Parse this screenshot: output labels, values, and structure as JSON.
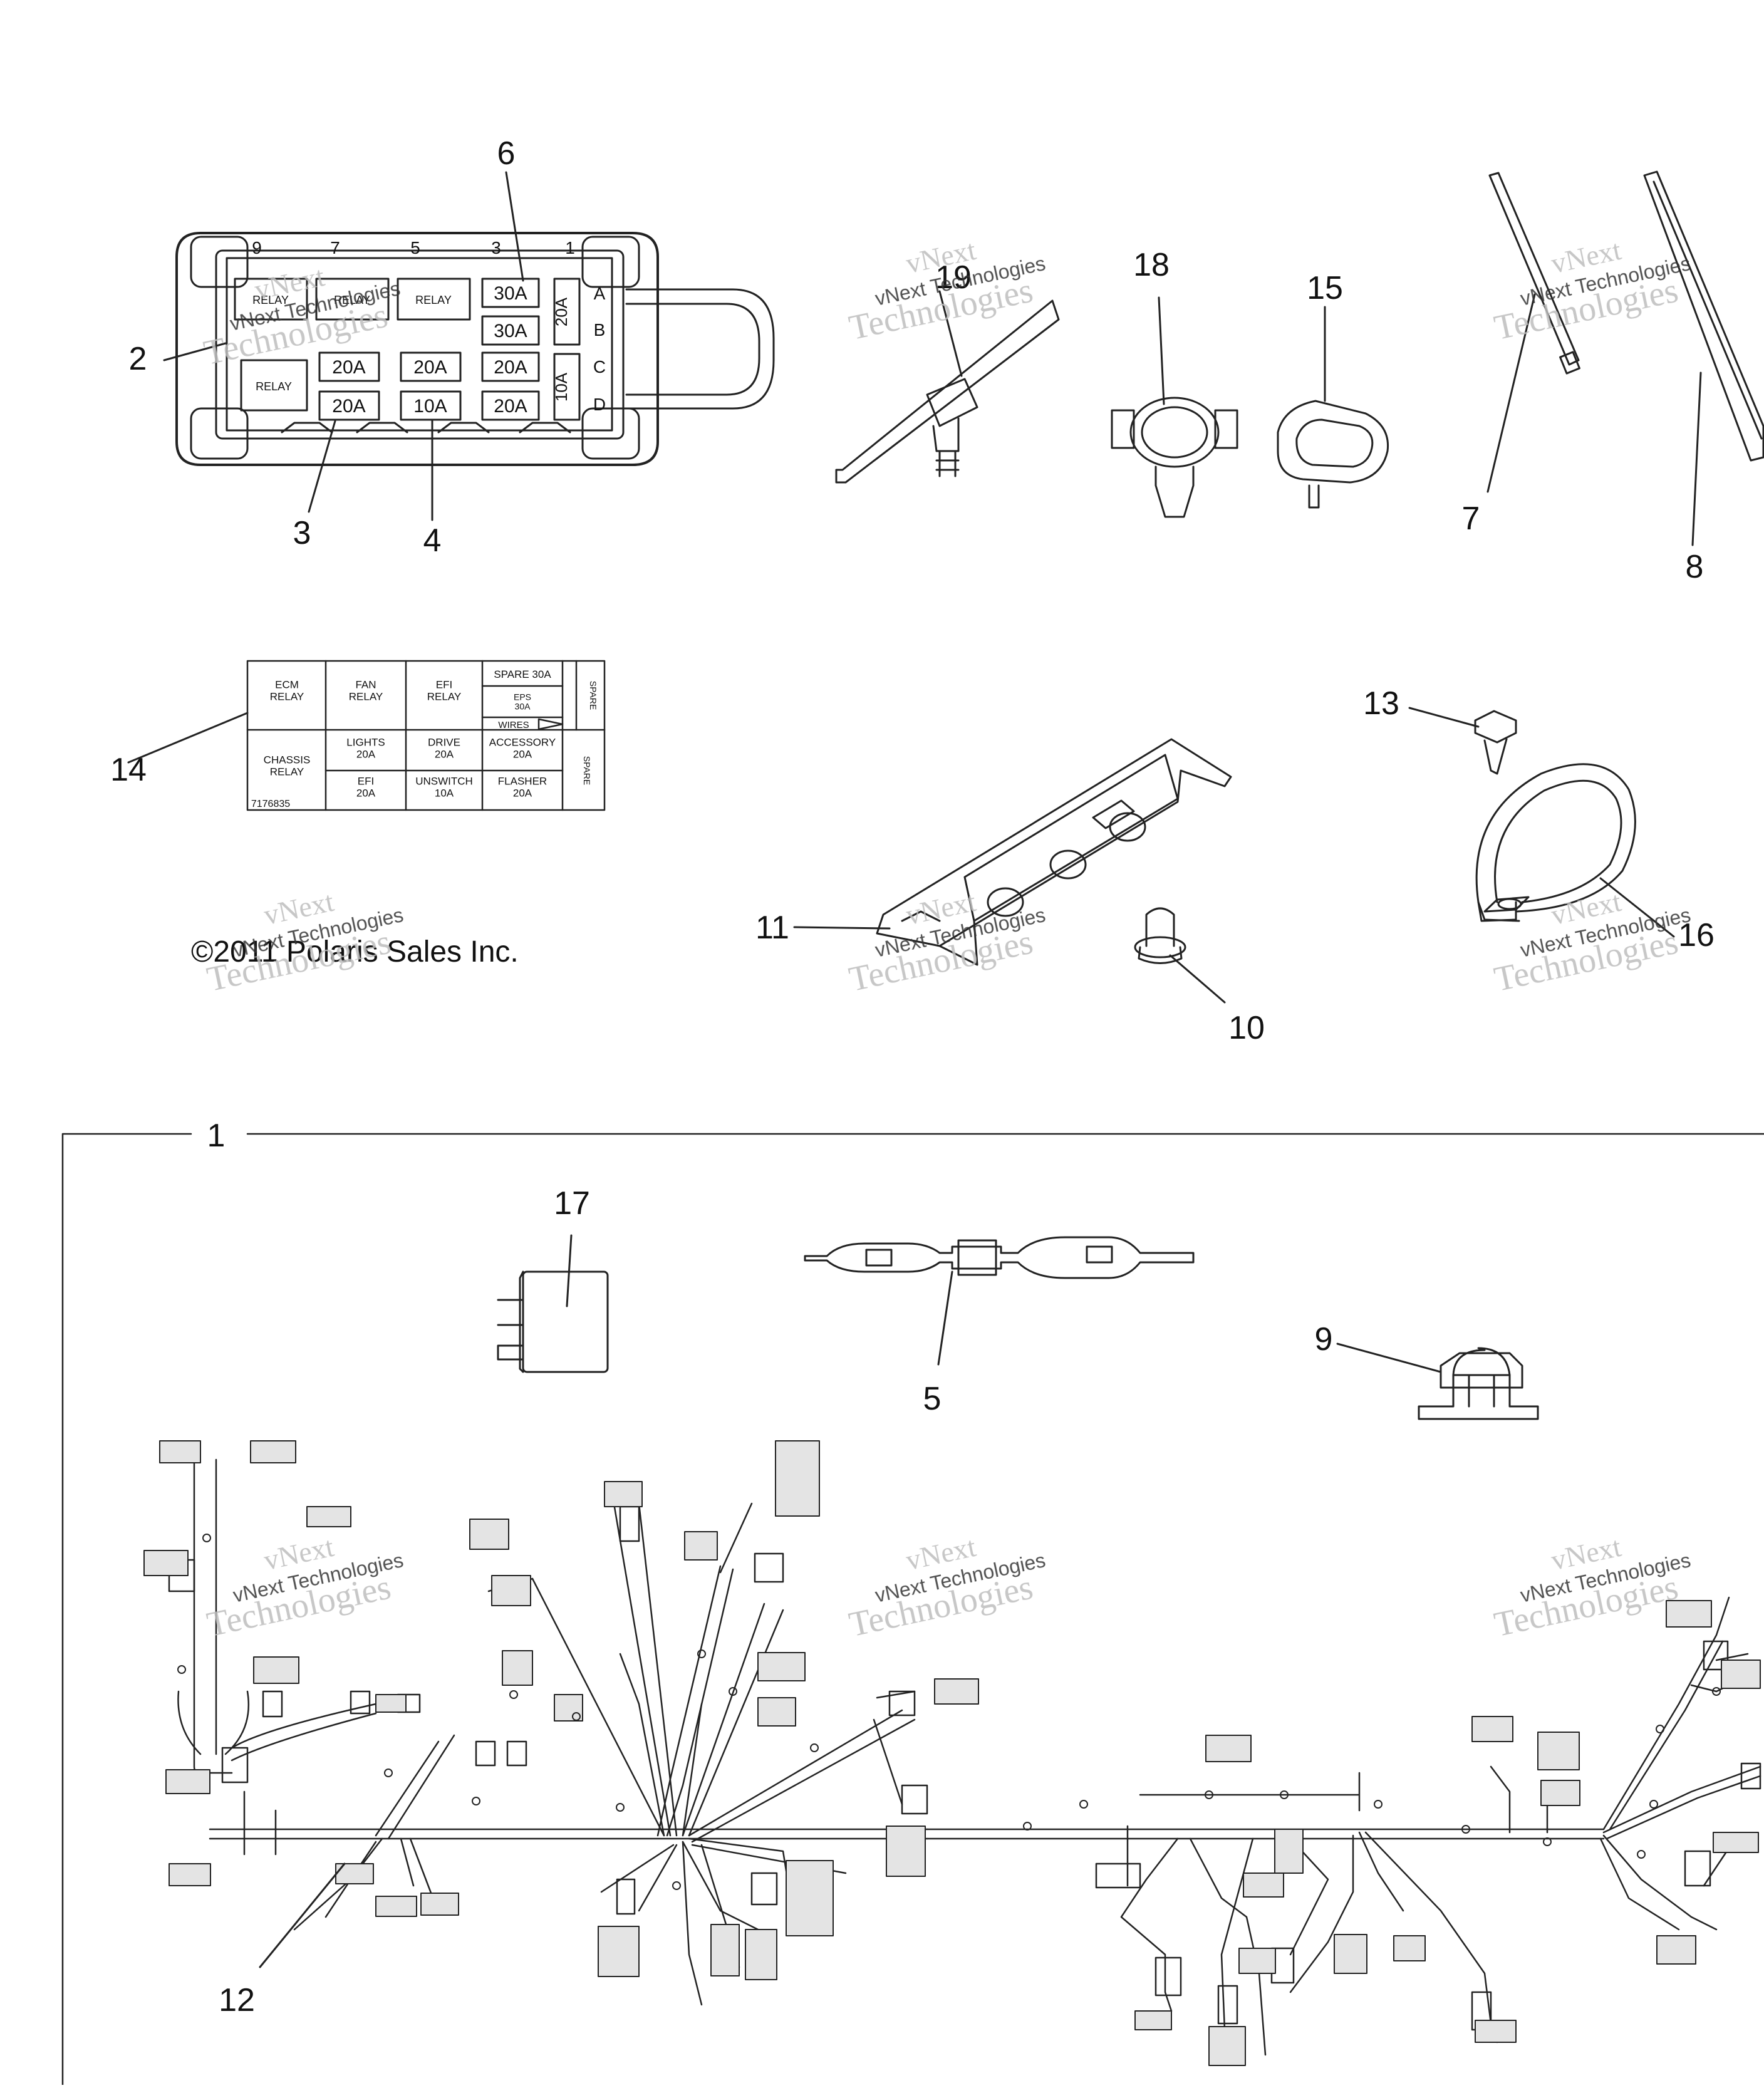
{
  "callouts": {
    "c1": "1",
    "c2": "2",
    "c3": "3",
    "c4": "4",
    "c5": "5",
    "c6": "6",
    "c7": "7",
    "c8": "8",
    "c9": "9",
    "c10": "10",
    "c11": "11",
    "c12": "12",
    "c13": "13",
    "c14": "14",
    "c15": "15",
    "c16": "16",
    "c17": "17",
    "c18": "18",
    "c19": "19"
  },
  "fuse_box": {
    "positions": [
      "9",
      "7",
      "5",
      "3",
      "1"
    ],
    "rows": [
      "A",
      "B",
      "C",
      "D"
    ],
    "relays": [
      "RELAY",
      "RELAY",
      "RELAY",
      "RELAY"
    ],
    "fuse_30a_top": "30A",
    "fuse_30a_2": "30A",
    "fuse_20a_side": "20A",
    "fuse_10a_side": "10A",
    "row_c": [
      "20A",
      "20A",
      "20A"
    ],
    "row_d": [
      "20A",
      "10A",
      "20A"
    ]
  },
  "label_decal": {
    "ecm_relay": "ECM\nRELAY",
    "fan_relay": "FAN\nRELAY",
    "efi_relay": "EFI\nRELAY",
    "spare_30a": "SPARE 30A",
    "eps_30a": "EPS\n30A",
    "wires": "WIRES",
    "spare_v1": "SPARE",
    "chassis_relay": "CHASSIS\nRELAY",
    "lights": "LIGHTS\n20A",
    "drive": "DRIVE\n20A",
    "accessory": "ACCESSORY\n20A",
    "efi_20a": "EFI\n20A",
    "unswitch": "UNSWITCH\n10A",
    "flasher": "FLASHER\n20A",
    "spare_v2": "SPARE",
    "part_no": "7176835"
  },
  "copyright": "©2011 Polaris Sales Inc.",
  "watermark": [
    "vNext",
    "vNext Technologies",
    "Technologies"
  ]
}
